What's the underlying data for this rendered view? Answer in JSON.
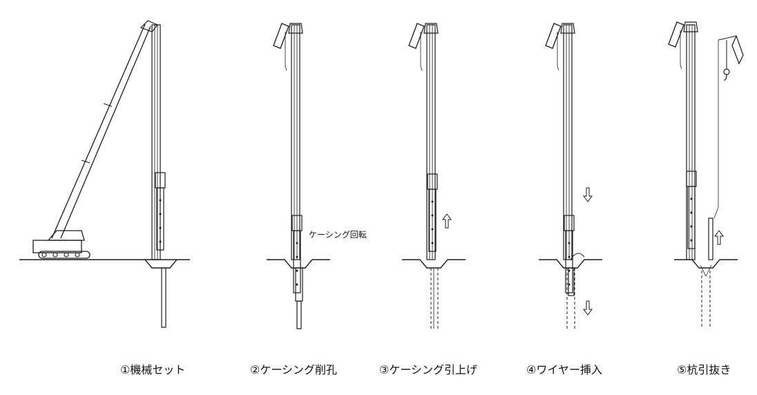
{
  "steps": [
    {
      "label": "①機械セット"
    },
    {
      "label": "②ケーシング削孔"
    },
    {
      "label": "③ケーシング引上げ"
    },
    {
      "label": "④ワイヤー挿入"
    },
    {
      "label": "⑤杭引抜き"
    }
  ],
  "annotation": "ケーシング回転",
  "colors": {
    "line": "#1a1a1a",
    "background": "#ffffff"
  }
}
